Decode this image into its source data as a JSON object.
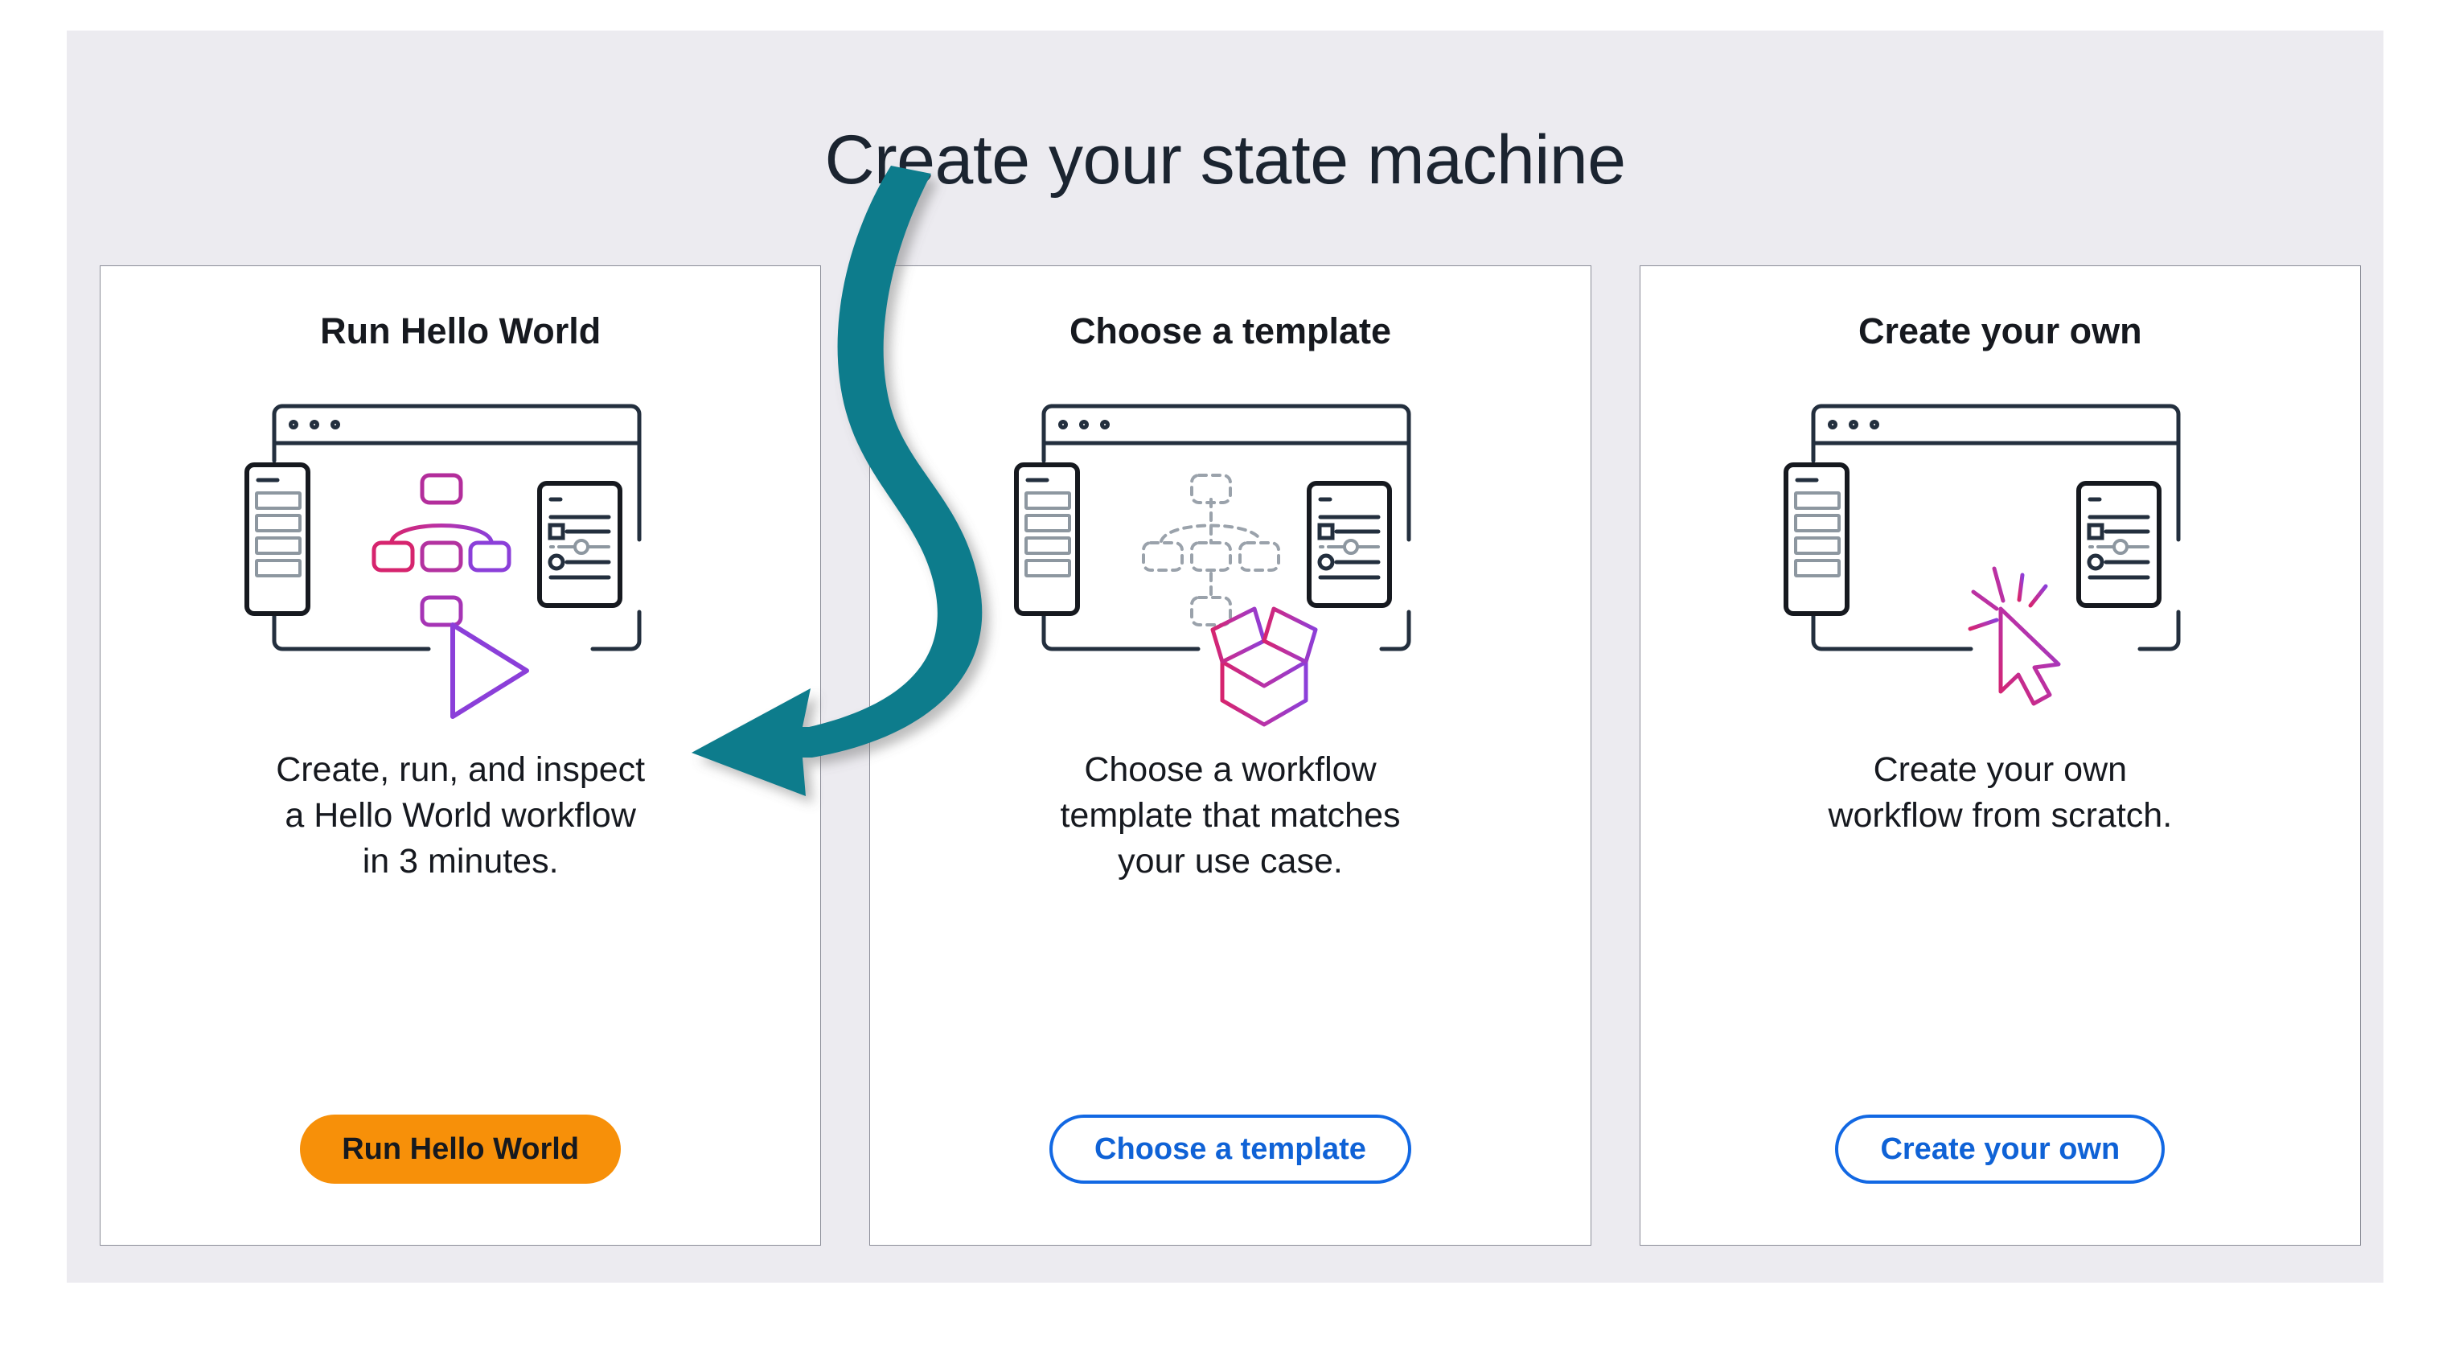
{
  "page": {
    "title": "Create your state machine",
    "background_color": "#ECEBF0",
    "card_background": "#ffffff",
    "card_border_color": "#8B8D98",
    "title_color": "#1B2430"
  },
  "annotation": {
    "name": "curved-arrow-pointing-to-run-hello-world-button",
    "color": "#0E7C8C",
    "shape": "s-curve-with-arrowhead",
    "points_from": "Create your state machine",
    "points_to": "Run Hello World"
  },
  "colors": {
    "primary_button_bg": "#F79009",
    "primary_button_text": "#16191F",
    "outline_button_border": "#1268E3",
    "outline_button_text": "#0F62D6",
    "illustration_ink": "#232F3E",
    "illustration_gradient_start": "#D6246E",
    "illustration_gradient_end": "#8B3FD9",
    "illustration_muted": "#8D97A0",
    "annotation_teal": "#0E7C8C"
  },
  "cards": [
    {
      "id": "run-hello-world",
      "title": "Run Hello World",
      "description": "Create, run, and inspect\na Hello World workflow\nin 3 minutes.",
      "button_label": "Run Hello World",
      "button_style": "primary",
      "illustration": "browser-with-solid-workflow-graph-and-play-button"
    },
    {
      "id": "choose-a-template",
      "title": "Choose a template",
      "description": "Choose a workflow\ntemplate that matches\nyour use case.",
      "button_label": "Choose a template",
      "button_style": "outline",
      "illustration": "browser-with-dashed-workflow-graph-and-open-box"
    },
    {
      "id": "create-your-own",
      "title": "Create your own",
      "description": "Create your own\nworkflow from scratch.",
      "button_label": "Create your own",
      "button_style": "outline",
      "illustration": "browser-with-empty-canvas-and-click-cursor"
    }
  ]
}
